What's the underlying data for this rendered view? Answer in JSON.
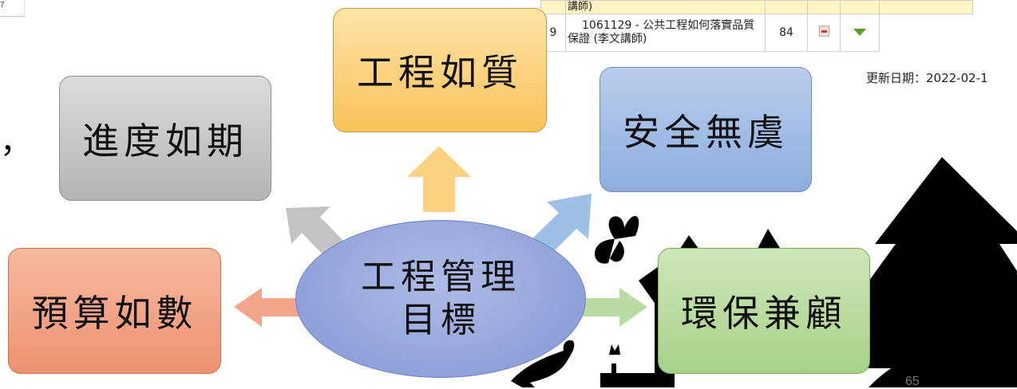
{
  "corner": {
    "text": "7"
  },
  "stray": {
    "text": "，"
  },
  "table": {
    "rows": [
      {
        "index": "",
        "title": "講師)",
        "count": ""
      },
      {
        "index": "9",
        "title_line1": "1061129 - 公共工程如何落實品質",
        "title_line2": "保證 (李文講師)",
        "count": "84"
      }
    ]
  },
  "update": {
    "text": "更新日期：2022-02-1"
  },
  "diagram": {
    "center_line1": "工程管理",
    "center_line2": "目標",
    "quality": "工程如質",
    "schedule": "進度如期",
    "safety": "安全無虞",
    "budget": "預算如數",
    "environment": "環保兼顧"
  },
  "colors": {
    "quality": "#f8c35a",
    "schedule": "#b4b4b4",
    "safety": "#8daedf",
    "budget": "#ee9271",
    "environment": "#a6d189",
    "center": "#8a9ed8",
    "silhouette": "#000000"
  },
  "page": {
    "number": "65"
  }
}
